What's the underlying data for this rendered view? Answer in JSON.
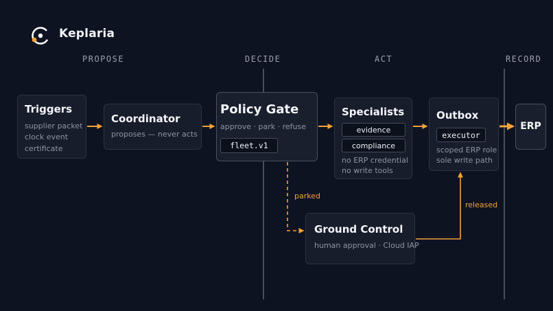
{
  "brand": {
    "name": "Keplaria",
    "icon": "orbit-logo-icon"
  },
  "phases": [
    "PROPOSE",
    "DECIDE",
    "ACT",
    "RECORD"
  ],
  "colors": {
    "accent": "#f2a33a",
    "background": "#0e1322",
    "box": "#181d2b"
  },
  "nodes": {
    "triggers": {
      "title": "Triggers",
      "lines": [
        "supplier packet",
        "clock event",
        "certificate"
      ]
    },
    "coordinator": {
      "title": "Coordinator",
      "lines": [
        "proposes — never acts"
      ]
    },
    "policy_gate": {
      "title": "Policy Gate",
      "lines": [
        "approve · park · refuse"
      ],
      "chip": "fleet.v1"
    },
    "specialists": {
      "title": "Specialists",
      "chips": [
        "evidence",
        "compliance"
      ],
      "lines": [
        "no ERP credential",
        "no write tools"
      ]
    },
    "outbox": {
      "title": "Outbox",
      "chip": "executor",
      "lines": [
        "scoped ERP role",
        "sole write path"
      ]
    },
    "erp": {
      "title": "ERP"
    },
    "ground_control": {
      "title": "Ground Control",
      "lines": [
        "human approval · Cloud IAP"
      ]
    }
  },
  "edges": {
    "parked": "parked",
    "released": "released"
  }
}
